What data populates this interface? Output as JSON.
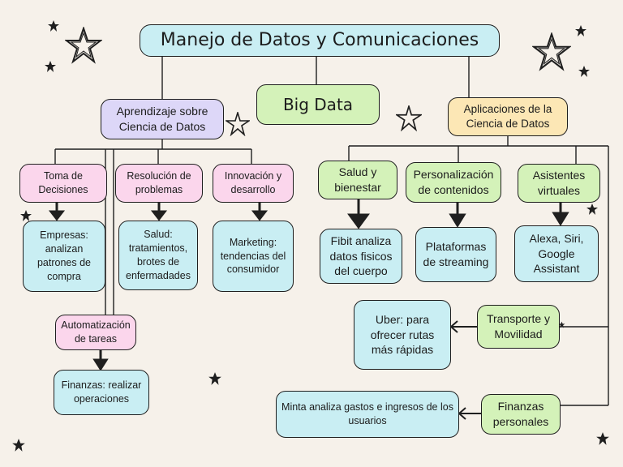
{
  "title": "Manejo de Datos y Comunicaciones",
  "big_data": "Big Data",
  "left": {
    "header": "Aprendizaje sobre Ciencia de Datos",
    "decisiones": "Toma de Decisiones",
    "empresas": "Empresas: analizan patrones de compra",
    "resolucion": "Resolución de problemas",
    "salud": "Salud: tratamientos, brotes de enfermadades",
    "innovacion": "Innovación y desarrollo",
    "marketing": "Marketing: tendencias del consumidor",
    "automatizacion": "Automatización de tareas",
    "finanzas": "Finanzas: realizar operaciones"
  },
  "right": {
    "header": "Aplicaciones de la Ciencia de Datos",
    "salud": "Salud y bienestar",
    "fibit": "Fibit analiza datos fisicos del cuerpo",
    "personalizacion": "Personalización de contenidos",
    "streaming": "Plataformas de streaming",
    "asistentes": "Asistentes virtuales",
    "alexa": "Alexa, Siri, Google Assistant",
    "transporte": "Transporte y Movilidad",
    "uber": "Uber: para ofrecer rutas más rápidas",
    "finanzas": "Finanzas personales",
    "minta": "Minta analiza gastos e ingresos de los usuarios"
  },
  "colors": {
    "cyan": "#c9eef3",
    "green": "#d4f2b9",
    "lavender": "#ddd7f8",
    "yellow": "#fce7b5",
    "pink": "#fbd6ec",
    "line": "#1f1f1f"
  }
}
